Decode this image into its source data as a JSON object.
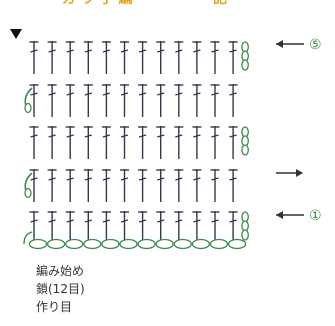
{
  "header": {
    "title_partial": "ガ ラ 手 編 ― ― ― ― 記"
  },
  "pattern": {
    "rows": 5,
    "stitches_per_row": 12,
    "stitch_symbol": "double-crochet",
    "chain_count": 12,
    "turn_markers": {
      "right_side_rows": [
        1,
        3,
        5
      ],
      "left_side_rows": [
        2,
        4
      ]
    }
  },
  "row_markers": [
    {
      "row": 5,
      "label": "⑤",
      "arrow": "left"
    },
    {
      "row": 2,
      "label": "",
      "arrow": "right"
    },
    {
      "row": 1,
      "label": "①",
      "arrow": "left"
    }
  ],
  "start_marker": {
    "shape": "triangle"
  },
  "foundation_label": {
    "line1": "編み始め",
    "line2": "鎖(12目)",
    "line3": "作り目"
  },
  "colors": {
    "stitch": "#2f3a4a",
    "chain_fill": "#ffffff",
    "marker_green": "#3d8a4a",
    "text": "#333333",
    "header_text": "#e0a81a"
  }
}
